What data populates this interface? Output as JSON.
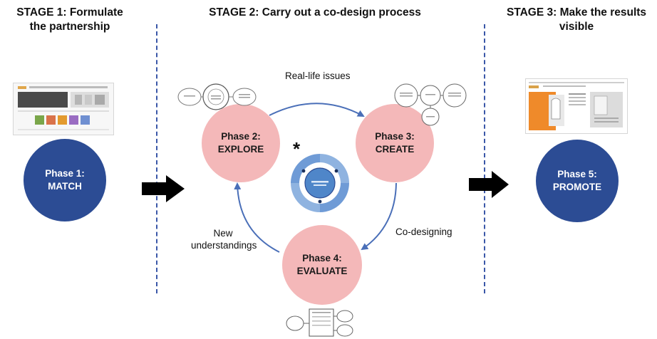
{
  "stages": [
    {
      "title_line1": "STAGE 1: Formulate",
      "title_line2": "the partnership"
    },
    {
      "title_line1": "STAGE 2: Carry out a co-design process"
    },
    {
      "title_line1": "STAGE 3: Make the results",
      "title_line2": "visible"
    }
  ],
  "phases": {
    "match": {
      "line1": "Phase 1:",
      "line2": "MATCH"
    },
    "explore": {
      "line1": "Phase 2:",
      "line2": "EXPLORE"
    },
    "create": {
      "line1": "Phase 3:",
      "line2": "CREATE"
    },
    "evaluate": {
      "line1": "Phase 4:",
      "line2": "EVALUATE"
    },
    "promote": {
      "line1": "Phase 5:",
      "line2": "PROMOTE"
    }
  },
  "cycle_labels": {
    "top": "Real-life issues",
    "right": "Co-designing",
    "left_line1": "New",
    "left_line2": "understandings"
  },
  "asterisk": "*",
  "colors": {
    "blue": "#2c4c94",
    "pink": "#f4b8b9",
    "arrow": "#4a6fb8",
    "divider": "#3a57a8"
  }
}
